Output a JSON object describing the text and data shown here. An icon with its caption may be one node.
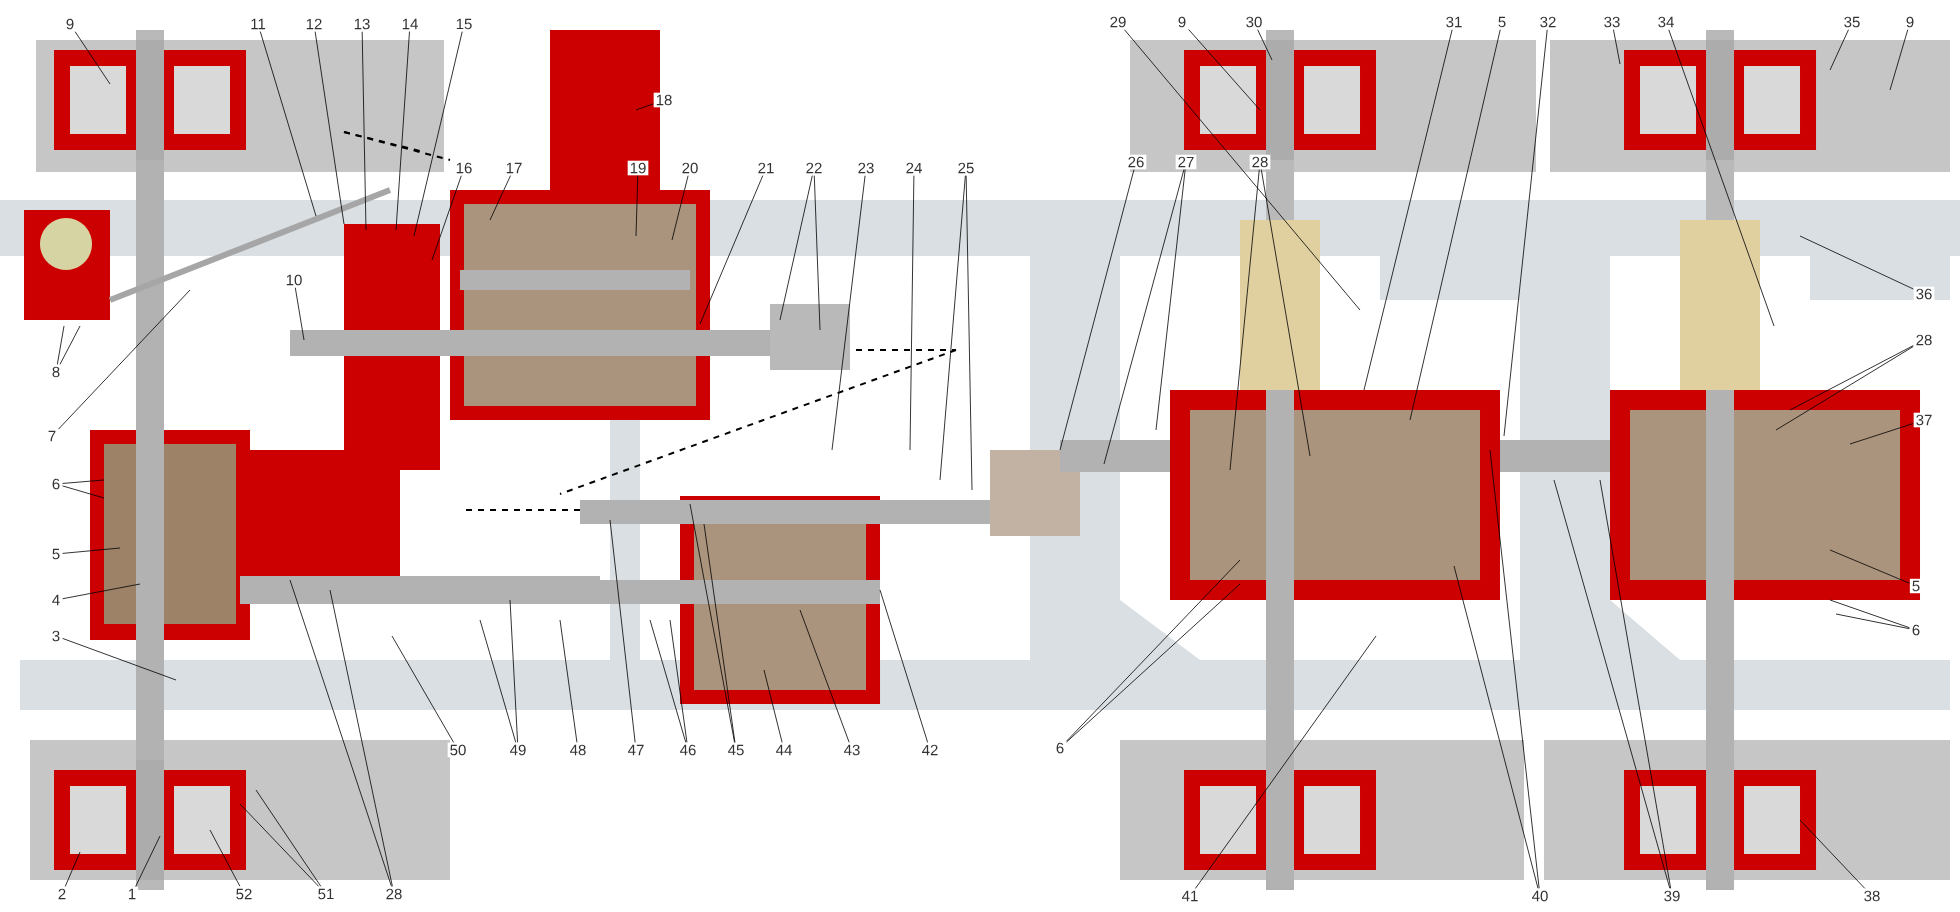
{
  "diagram": {
    "nodes": [
      {
        "text": [
          "9"
        ]
      },
      {
        "text": [
          "11"
        ]
      },
      {
        "text": [
          "12"
        ]
      },
      {
        "text": [
          "13"
        ]
      },
      {
        "text": [
          "14"
        ]
      },
      {
        "text": [
          "15"
        ]
      },
      {
        "text": [
          "29"
        ]
      },
      {
        "text": [
          "9"
        ]
      },
      {
        "text": [
          "30"
        ]
      },
      {
        "text": [
          "31"
        ]
      },
      {
        "text": [
          "5"
        ]
      },
      {
        "text": [
          "32"
        ]
      },
      {
        "text": [
          "33"
        ]
      },
      {
        "text": [
          "34"
        ]
      },
      {
        "text": [
          "35"
        ]
      },
      {
        "text": [
          "9"
        ]
      },
      {
        "text": [
          "18"
        ]
      },
      {
        "text": [
          "26"
        ]
      },
      {
        "text": [
          "27"
        ]
      },
      {
        "text": [
          "28"
        ]
      },
      {
        "text": [
          "16"
        ]
      },
      {
        "text": [
          "17"
        ]
      },
      {
        "text": [
          "19"
        ]
      },
      {
        "text": [
          "20"
        ]
      },
      {
        "text": [
          "21"
        ]
      },
      {
        "text": [
          "22"
        ]
      },
      {
        "text": [
          "23"
        ]
      },
      {
        "text": [
          "24"
        ]
      },
      {
        "text": [
          "25"
        ]
      },
      {
        "text": [
          "10"
        ]
      },
      {
        "text": [
          "36"
        ]
      },
      {
        "text": [
          "28"
        ]
      },
      {
        "text": [
          "8"
        ]
      },
      {
        "text": [
          "37"
        ]
      },
      {
        "text": [
          "7"
        ]
      },
      {
        "text": [
          "6"
        ]
      },
      {
        "text": [
          "5"
        ]
      },
      {
        "text": [
          "4"
        ]
      },
      {
        "text": [
          "5"
        ]
      },
      {
        "text": [
          "3"
        ]
      },
      {
        "text": [
          "6"
        ]
      },
      {
        "text": [
          "50"
        ]
      },
      {
        "text": [
          "49"
        ]
      },
      {
        "text": [
          "48"
        ]
      },
      {
        "text": [
          "47"
        ]
      },
      {
        "text": [
          "46"
        ]
      },
      {
        "text": [
          "45"
        ]
      },
      {
        "text": [
          "44"
        ]
      },
      {
        "text": [
          "43"
        ]
      },
      {
        "text": [
          "42"
        ]
      },
      {
        "text": [
          "6"
        ]
      },
      {
        "text": [
          "2"
        ]
      },
      {
        "text": [
          "1"
        ]
      },
      {
        "text": [
          "52"
        ]
      },
      {
        "text": [
          "51"
        ]
      },
      {
        "text": [
          "28"
        ]
      },
      {
        "text": [
          "41"
        ]
      },
      {
        "text": [
          "40"
        ]
      },
      {
        "text": [
          "39"
        ]
      },
      {
        "text": [
          "38"
        ]
      }
    ],
    "edges": [
      {
        "from": 0,
        "to": null,
        "arrow": "none"
      },
      {
        "from": 1,
        "to": null,
        "arrow": "none"
      },
      {
        "from": 2,
        "to": null,
        "arrow": "none"
      },
      {
        "from": 3,
        "to": null,
        "arrow": "none"
      },
      {
        "from": 4,
        "to": null,
        "arrow": "none"
      },
      {
        "from": 5,
        "to": null,
        "arrow": "none"
      },
      {
        "from": 6,
        "to": null,
        "arrow": "none"
      },
      {
        "from": 7,
        "to": null,
        "arrow": "none"
      },
      {
        "from": 8,
        "to": null,
        "arrow": "none"
      },
      {
        "from": 9,
        "to": null,
        "arrow": "none"
      },
      {
        "from": 10,
        "to": null,
        "arrow": "none"
      },
      {
        "from": 11,
        "to": null,
        "arrow": "none"
      },
      {
        "from": 12,
        "to": null,
        "arrow": "none"
      },
      {
        "from": 13,
        "to": null,
        "arrow": "none"
      },
      {
        "from": 14,
        "to": null,
        "arrow": "none"
      },
      {
        "from": 15,
        "to": null,
        "arrow": "none"
      },
      {
        "from": 16,
        "to": null,
        "arrow": "none"
      },
      {
        "from": 17,
        "to": null,
        "arrow": "none"
      },
      {
        "from": 18,
        "to": null,
        "arrow": "none"
      },
      {
        "from": 18,
        "to": null,
        "arrow": "none"
      },
      {
        "from": 19,
        "to": null,
        "arrow": "none"
      },
      {
        "from": 19,
        "to": null,
        "arrow": "none"
      },
      {
        "from": 20,
        "to": null,
        "arrow": "none"
      },
      {
        "from": 21,
        "to": null,
        "arrow": "none"
      },
      {
        "from": 22,
        "to": null,
        "arrow": "none"
      },
      {
        "from": 23,
        "to": null,
        "arrow": "none"
      },
      {
        "from": 24,
        "to": null,
        "arrow": "none"
      },
      {
        "from": 25,
        "to": null,
        "arrow": "none"
      },
      {
        "from": 25,
        "to": null,
        "arrow": "none"
      },
      {
        "from": 26,
        "to": null,
        "arrow": "none"
      },
      {
        "from": 27,
        "to": null,
        "arrow": "none"
      },
      {
        "from": 28,
        "to": null,
        "arrow": "none"
      },
      {
        "from": 28,
        "to": null,
        "arrow": "none"
      },
      {
        "from": 29,
        "to": null,
        "arrow": "none"
      },
      {
        "from": 30,
        "to": null,
        "arrow": "none"
      },
      {
        "from": 31,
        "to": null,
        "arrow": "none"
      },
      {
        "from": 31,
        "to": null,
        "arrow": "none"
      },
      {
        "from": 32,
        "to": null,
        "arrow": "none"
      },
      {
        "from": 32,
        "to": null,
        "arrow": "none"
      },
      {
        "from": 33,
        "to": null,
        "arrow": "none"
      },
      {
        "from": 34,
        "to": null,
        "arrow": "none"
      },
      {
        "from": 35,
        "to": null,
        "arrow": "none"
      },
      {
        "from": 35,
        "to": null,
        "arrow": "none"
      },
      {
        "from": 36,
        "to": null,
        "arrow": "none"
      },
      {
        "from": 37,
        "to": null,
        "arrow": "none"
      },
      {
        "from": 38,
        "to": null,
        "arrow": "none"
      },
      {
        "from": 39,
        "to": null,
        "arrow": "none"
      },
      {
        "from": 40,
        "to": null,
        "arrow": "none"
      },
      {
        "from": 40,
        "to": null,
        "arrow": "none"
      },
      {
        "from": 41,
        "to": null,
        "arrow": "none"
      },
      {
        "from": 42,
        "to": null,
        "arrow": "none"
      },
      {
        "from": 42,
        "to": null,
        "arrow": "none"
      },
      {
        "from": 43,
        "to": null,
        "arrow": "none"
      },
      {
        "from": 44,
        "to": null,
        "arrow": "none"
      },
      {
        "from": 45,
        "to": null,
        "arrow": "none"
      },
      {
        "from": 45,
        "to": null,
        "arrow": "none"
      },
      {
        "from": 46,
        "to": null,
        "arrow": "none"
      },
      {
        "from": 46,
        "to": null,
        "arrow": "none"
      },
      {
        "from": 47,
        "to": null,
        "arrow": "none"
      },
      {
        "from": 48,
        "to": null,
        "arrow": "none"
      },
      {
        "from": 49,
        "to": null,
        "arrow": "none"
      },
      {
        "from": 50,
        "to": null,
        "arrow": "none"
      },
      {
        "from": 50,
        "to": null,
        "arrow": "none"
      },
      {
        "from": 51,
        "to": null,
        "arrow": "none"
      },
      {
        "from": 52,
        "to": null,
        "arrow": "none"
      },
      {
        "from": 53,
        "to": null,
        "arrow": "none"
      },
      {
        "from": 54,
        "to": null,
        "arrow": "none"
      },
      {
        "from": 54,
        "to": null,
        "arrow": "none"
      },
      {
        "from": 55,
        "to": null,
        "arrow": "none"
      },
      {
        "from": 55,
        "to": null,
        "arrow": "none"
      },
      {
        "from": 56,
        "to": null,
        "arrow": "none"
      },
      {
        "from": 57,
        "to": null,
        "arrow": "none"
      },
      {
        "from": 57,
        "to": null,
        "arrow": "none"
      },
      {
        "from": 58,
        "to": null,
        "arrow": "none"
      },
      {
        "from": 58,
        "to": null,
        "arrow": "none"
      },
      {
        "from": 59,
        "to": null,
        "arrow": "none"
      }
    ]
  }
}
